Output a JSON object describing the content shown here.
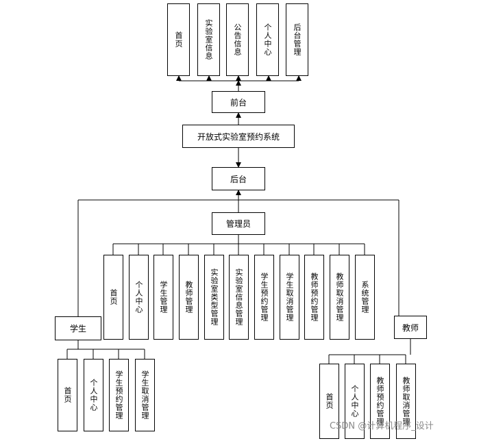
{
  "diagram": {
    "system": "开放式实验室预约系统",
    "frontend": "前台",
    "backend": "后台",
    "frontend_modules": [
      "首页",
      "实验室信息",
      "公告信息",
      "个人中心",
      "后台管理"
    ],
    "admin": {
      "label": "管理员",
      "modules": [
        "首页",
        "个人中心",
        "学生管理",
        "教师管理",
        "实验室类型管理",
        "实验室信息管理",
        "学生预约管理",
        "学生取消管理",
        "教师预约管理",
        "教师取消管理",
        "系统管理"
      ]
    },
    "student": {
      "label": "学生",
      "modules": [
        "首页",
        "个人中心",
        "学生预约管理",
        "学生取消管理"
      ]
    },
    "teacher": {
      "label": "教师",
      "modules": [
        "首页",
        "个人中心",
        "教师预约管理",
        "教师取消管理"
      ]
    }
  },
  "watermark": "CSDN @计算机程序_设计"
}
